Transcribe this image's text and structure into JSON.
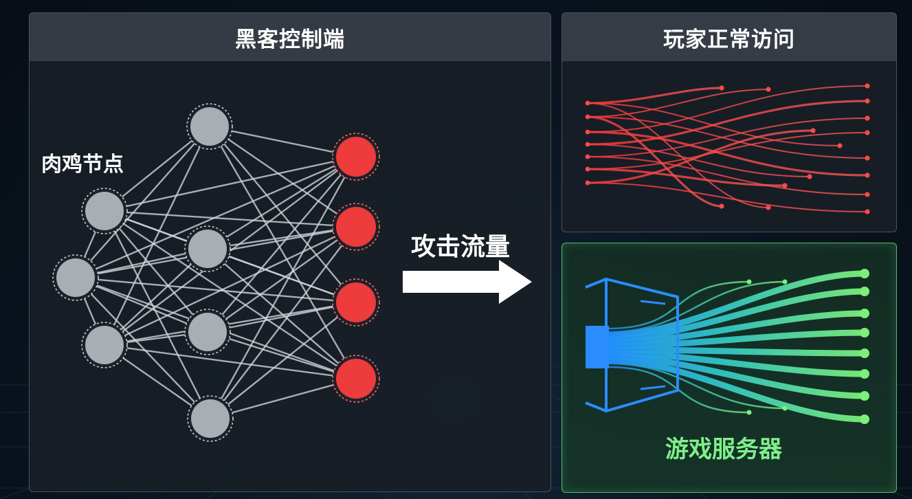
{
  "hacker_panel": {
    "title": "黑客控制端"
  },
  "player_panel": {
    "title": "玩家正常访问"
  },
  "botnet_label": "肉鸡节点",
  "attack_label": "攻击流量",
  "server_label": "游戏服务器",
  "colors": {
    "node_gray": "#a9adb4",
    "node_red": "#ee3b3b",
    "attack_red": "#ff4a4a",
    "server_blue": "#1f8fff",
    "server_green": "#7cf07a",
    "label_green": "#7ff08a"
  },
  "icons": {
    "arrow": "right-arrow-icon",
    "server": "server-shield-icon"
  }
}
